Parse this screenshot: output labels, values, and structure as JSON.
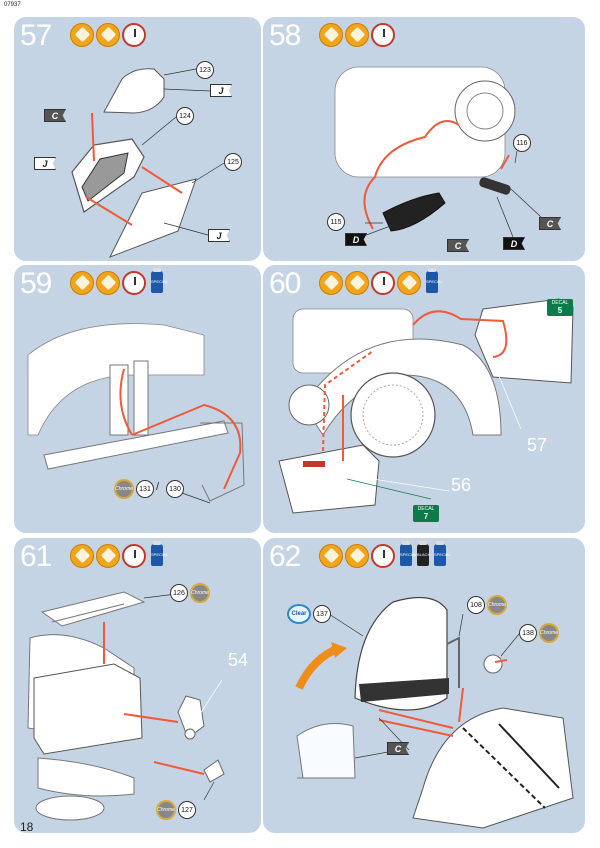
{
  "header": {
    "code": "07937"
  },
  "footer": {
    "page_number": "18"
  },
  "steps": [
    {
      "number": "57",
      "parts": [
        "123",
        "124",
        "125"
      ],
      "flags": [
        "J",
        "C",
        "J",
        "J"
      ]
    },
    {
      "number": "58",
      "parts": [
        "116",
        "115"
      ],
      "flags": [
        "D",
        "C",
        "D",
        "C"
      ]
    },
    {
      "number": "59",
      "parts": [
        "131",
        "130"
      ],
      "chrome_label": "Chrome"
    },
    {
      "number": "60",
      "decals": [
        {
          "label": "DECAL",
          "num": "5"
        },
        {
          "label": "DECAL",
          "num": "7"
        }
      ],
      "subassemblies": [
        "57",
        "56"
      ]
    },
    {
      "number": "61",
      "parts": [
        "126",
        "127"
      ],
      "subassemblies": [
        "54"
      ],
      "chrome_label": "Chrome"
    },
    {
      "number": "62",
      "parts": [
        "137",
        "108",
        "138"
      ],
      "flags": [
        "C"
      ],
      "clear_label": "Clear",
      "chrome_label": "Chrome"
    }
  ],
  "paint_labels": {
    "special": "SPECIAL",
    "black": "BLACK"
  },
  "icons": {
    "panel_bg": "#c5d4e4",
    "accent_orange": "#f2a51a",
    "arrow_red": "#ef5a3a"
  }
}
